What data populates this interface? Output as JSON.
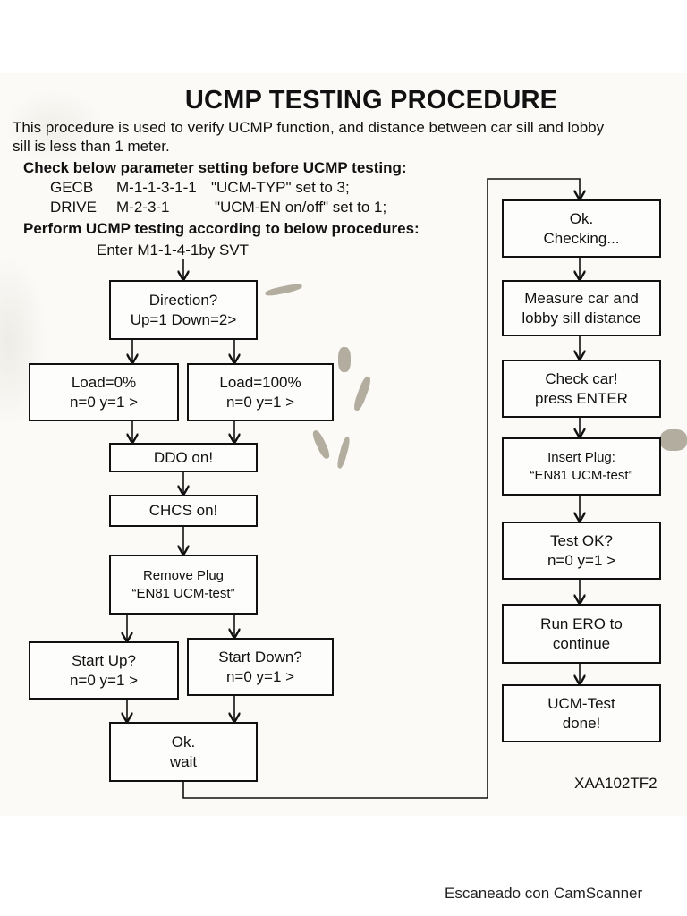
{
  "document": {
    "title": "UCMP TESTING PROCEDURE",
    "intro_line1": "This procedure is used to verify UCMP function, and distance between car sill and lobby",
    "intro_line2": "sill is less than 1 meter.",
    "check_heading": "Check below parameter setting before UCMP testing:",
    "parameters": [
      {
        "device": "GECB",
        "menu": "M-1-1-3-1-1",
        "setting": "\"UCM-TYP\" set to 3;"
      },
      {
        "device": "DRIVE",
        "menu": "M-2-3-1",
        "setting": "\"UCM-EN on/off\" set to 1;"
      }
    ],
    "perform_heading": "Perform UCMP testing according to below procedures:",
    "enter_line": "Enter M1-1-4-1by SVT",
    "doc_code": "XAA102TF2"
  },
  "flowchart": {
    "direction": {
      "line1": "Direction?",
      "line2": "Up=1 Down=2>"
    },
    "load0": {
      "line1": "Load=0%",
      "line2": "n=0 y=1 >"
    },
    "load100": {
      "line1": "Load=100%",
      "line2": "n=0 y=1 >"
    },
    "ddo": {
      "line1": "DDO on!"
    },
    "chcs": {
      "line1": "CHCS on!"
    },
    "remove_plug": {
      "line1": "Remove Plug",
      "line2": "“EN81 UCM-test”"
    },
    "start_up": {
      "line1": "Start Up?",
      "line2": "n=0 y=1 >"
    },
    "start_down": {
      "line1": "Start Down?",
      "line2": "n=0 y=1 >"
    },
    "ok_wait": {
      "line1": "Ok.",
      "line2": "wait"
    },
    "ok_checking": {
      "line1": "Ok.",
      "line2": "Checking..."
    },
    "measure": {
      "line1": "Measure car and",
      "line2": "lobby sill distance"
    },
    "check_car": {
      "line1": "Check car!",
      "line2": "press ENTER"
    },
    "insert_plug": {
      "line1": "Insert Plug:",
      "line2": "“EN81 UCM-test”"
    },
    "test_ok": {
      "line1": "Test OK?",
      "line2": "n=0 y=1 >"
    },
    "run_ero": {
      "line1": "Run ERO to",
      "line2": "continue"
    },
    "done": {
      "line1": "UCM-Test",
      "line2": "done!"
    }
  },
  "footer": {
    "scanner": "Escaneado con CamScanner"
  }
}
